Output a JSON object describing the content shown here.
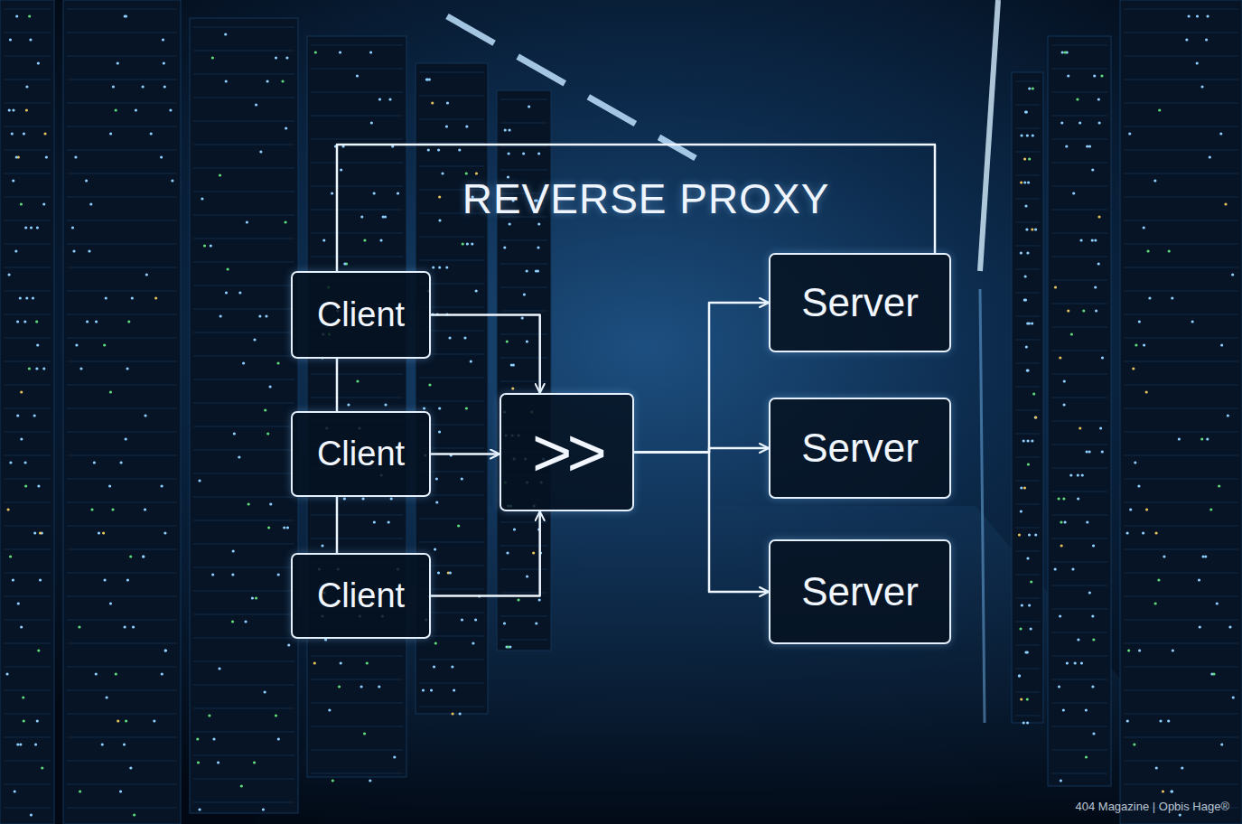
{
  "diagram": {
    "title": "REVERSE PROXY",
    "nodes": [
      {
        "text": [
          "Client"
        ]
      },
      {
        "text": [
          "Client"
        ]
      },
      {
        "text": [
          "Client"
        ]
      },
      {
        "text": [
          ">>"
        ]
      },
      {
        "text": [
          "Server"
        ]
      },
      {
        "text": [
          "Server"
        ]
      },
      {
        "text": [
          "Server"
        ]
      }
    ],
    "edges": [
      {
        "from": 0,
        "to": 3,
        "arrow": "to"
      },
      {
        "from": 1,
        "to": 3,
        "arrow": "to"
      },
      {
        "from": 2,
        "to": 3,
        "arrow": "to"
      },
      {
        "from": 3,
        "to": 4,
        "arrow": "to"
      },
      {
        "from": 3,
        "to": 5,
        "arrow": "to"
      },
      {
        "from": 3,
        "to": 6,
        "arrow": "to"
      },
      {
        "from": 0,
        "to": 4,
        "arrow": "none"
      },
      {
        "from": 0,
        "to": 1,
        "arrow": "none"
      },
      {
        "from": 1,
        "to": 2,
        "arrow": "none"
      }
    ],
    "labels": [
      "404 Magazine | Opbis Hage®"
    ]
  }
}
